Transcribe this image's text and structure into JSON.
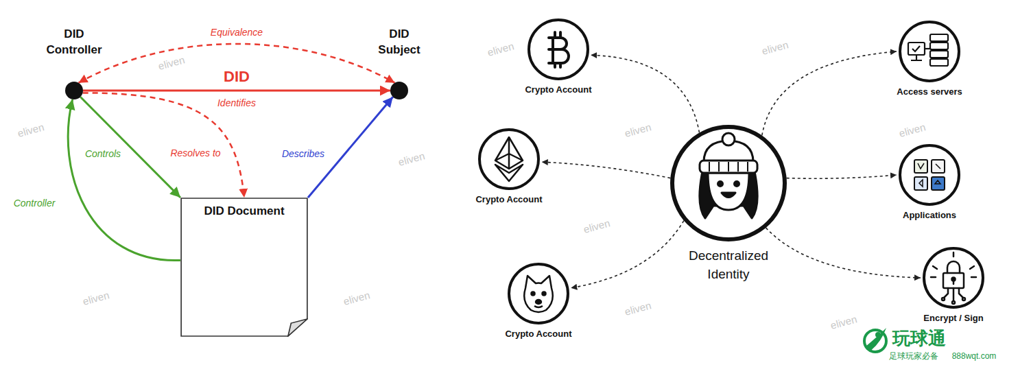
{
  "diagram": {
    "nodes": [
      {
        "text": [
          "DID Controller"
        ]
      },
      {
        "text": [
          "DID Subject"
        ]
      },
      {
        "text": [
          "DID Document"
        ]
      },
      {
        "text": [
          "Crypto Account"
        ]
      },
      {
        "text": [
          "Access servers"
        ]
      },
      {
        "text": [
          "Crypto Account"
        ]
      },
      {
        "text": [
          "Decentralized Identity"
        ]
      },
      {
        "text": [
          "Applications"
        ]
      },
      {
        "text": [
          "Crypto Account"
        ]
      },
      {
        "text": [
          "Encrypt / Sign"
        ]
      }
    ],
    "edges": [
      {
        "from": 0,
        "to": 1,
        "label": "Equivalence",
        "arrow": "both"
      },
      {
        "from": 0,
        "to": 1,
        "label": "Identifies",
        "arrow": "to"
      },
      {
        "from": 0,
        "to": 2,
        "label": "Resolves to",
        "arrow": "to"
      },
      {
        "from": 0,
        "to": 2,
        "label": "Controls",
        "arrow": "to"
      },
      {
        "from": 2,
        "to": 1,
        "label": "Describes",
        "arrow": "to"
      },
      {
        "from": 2,
        "to": 0,
        "label": "Controller",
        "arrow": "to"
      },
      {
        "from": 6,
        "to": 3,
        "arrow": "to"
      },
      {
        "from": 6,
        "to": 5,
        "arrow": "to"
      },
      {
        "from": 6,
        "to": 8,
        "arrow": "to"
      },
      {
        "from": 6,
        "to": 4,
        "arrow": "to"
      },
      {
        "from": 6,
        "to": 7,
        "arrow": "to"
      },
      {
        "from": 6,
        "to": 9,
        "arrow": "to"
      }
    ],
    "labels": [
      "DID",
      "eliven",
      "eliven",
      "eliven",
      "eliven",
      "eliven",
      "eliven",
      "eliven",
      "eliven",
      "eliven",
      "eliven",
      "eliven",
      "eliven",
      "玩球通",
      "足球玩家必备",
      "888wqt.com"
    ]
  }
}
